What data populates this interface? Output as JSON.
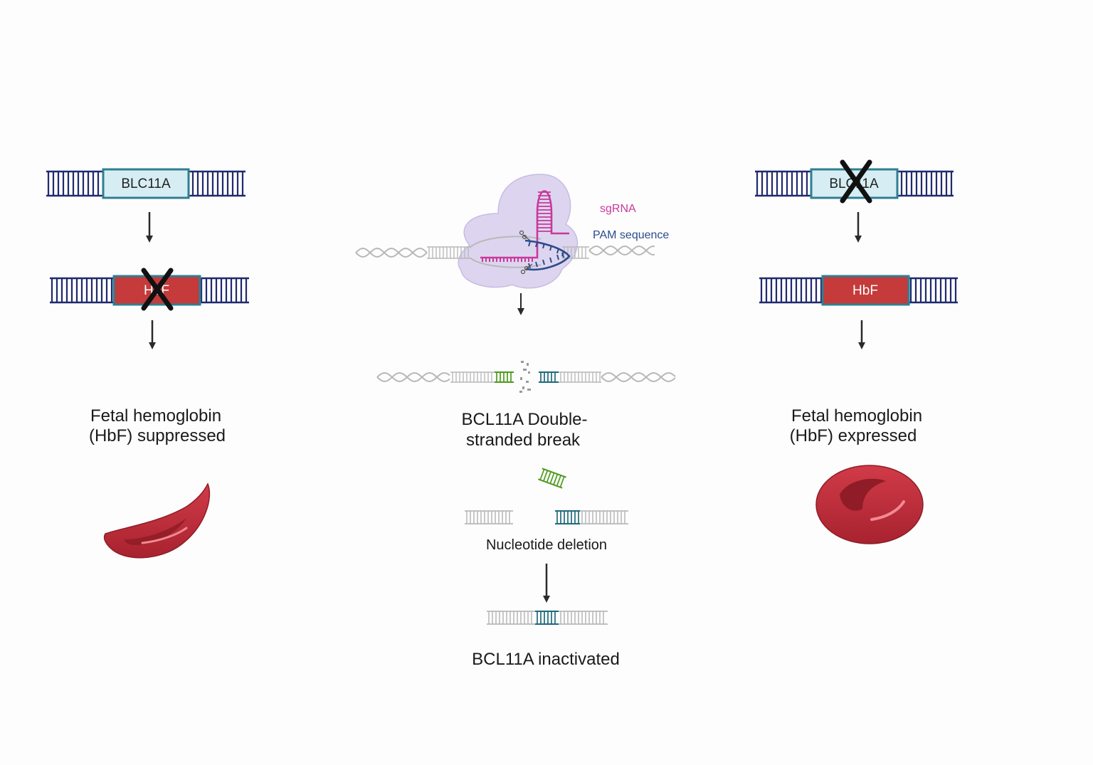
{
  "left": {
    "gene_label": "BLC11A",
    "hbf_label": "HbF",
    "caption_line1": "Fetal hemoglobin",
    "caption_line2": "(HbF) suppressed"
  },
  "center": {
    "sgrna_label": "sgRNA",
    "pam_label": "PAM sequence",
    "break_line1": "BCL11A Double-",
    "break_line2": "stranded break",
    "deletion_label": "Nucleotide deletion",
    "result_label": "BCL11A inactivated"
  },
  "right": {
    "gene_label": "BLC11A",
    "hbf_label": "HbF",
    "caption_line1": "Fetal hemoglobin",
    "caption_line2": "(HbF) expressed"
  },
  "colors": {
    "dna_strand": "#1f2a6e",
    "gene_box_fill": "#d6eef3",
    "gene_box_stroke": "#2f7f92",
    "hbf_fill": "#c53a3a",
    "cas9_fill": "#ded6f0",
    "sgrna": "#c8399a",
    "pam": "#2b4c8c",
    "grey_dna": "#b8b8b8",
    "green_fragment": "#4e9a1f",
    "teal_fragment": "#1f6b7a",
    "rbc": "#c02f3c"
  }
}
